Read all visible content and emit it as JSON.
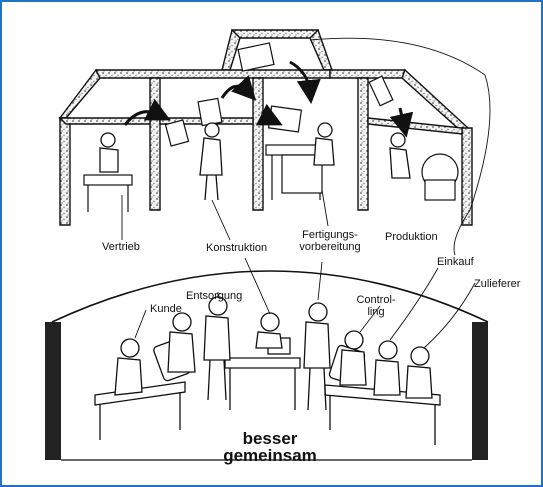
{
  "labels": {
    "vertrieb": "Vertrieb",
    "konstruktion": "Konstruktion",
    "fertigung_1": "Fertigungs-",
    "fertigung_2": "vorbereitung",
    "produktion": "Produktion",
    "einkauf": "Einkauf",
    "zulieferer": "Zulieferer",
    "kunde": "Kunde",
    "entsorgung": "Entsorgung",
    "controlling_1": "Control-",
    "controlling_2": "ling"
  },
  "caption": {
    "line1": "besser",
    "line2": "gemeinsam"
  },
  "colors": {
    "frame": "#1e73c8",
    "ink": "#111111",
    "wall_fill": "#cfcfcf",
    "dark_wall": "#222222"
  }
}
